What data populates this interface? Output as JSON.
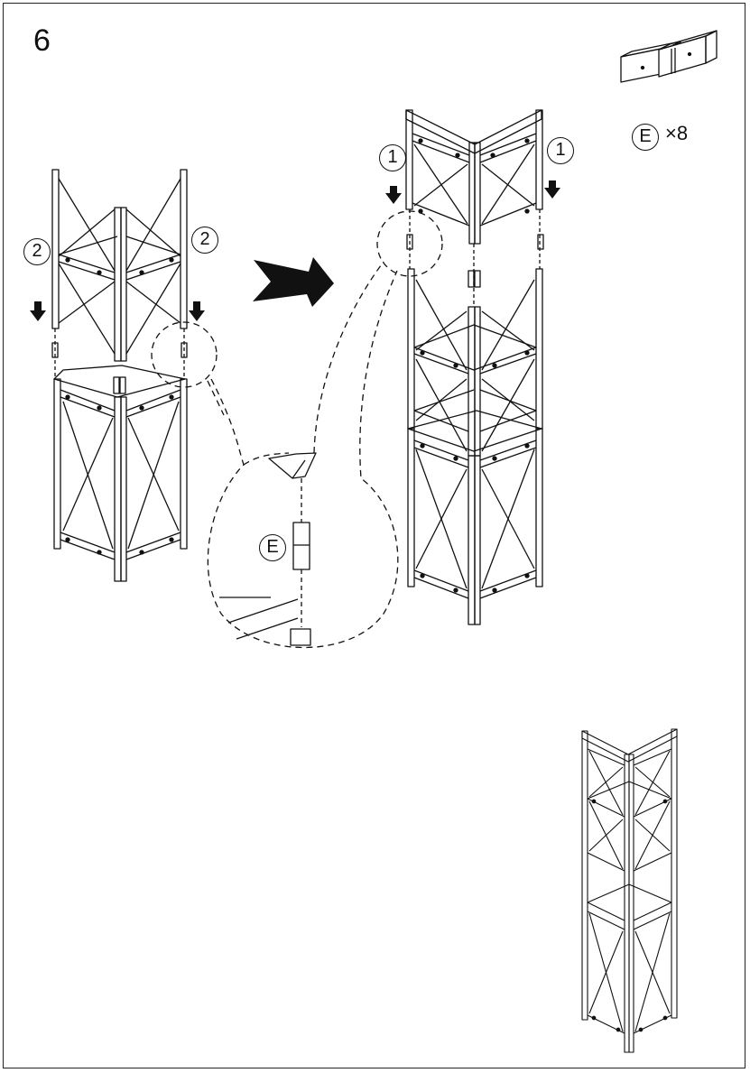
{
  "step_number": "6",
  "parts": {
    "part_letter": "E",
    "quantity": "×8"
  },
  "callouts": {
    "left_panel": "2",
    "right_panel": "1",
    "detail_part": "E"
  }
}
